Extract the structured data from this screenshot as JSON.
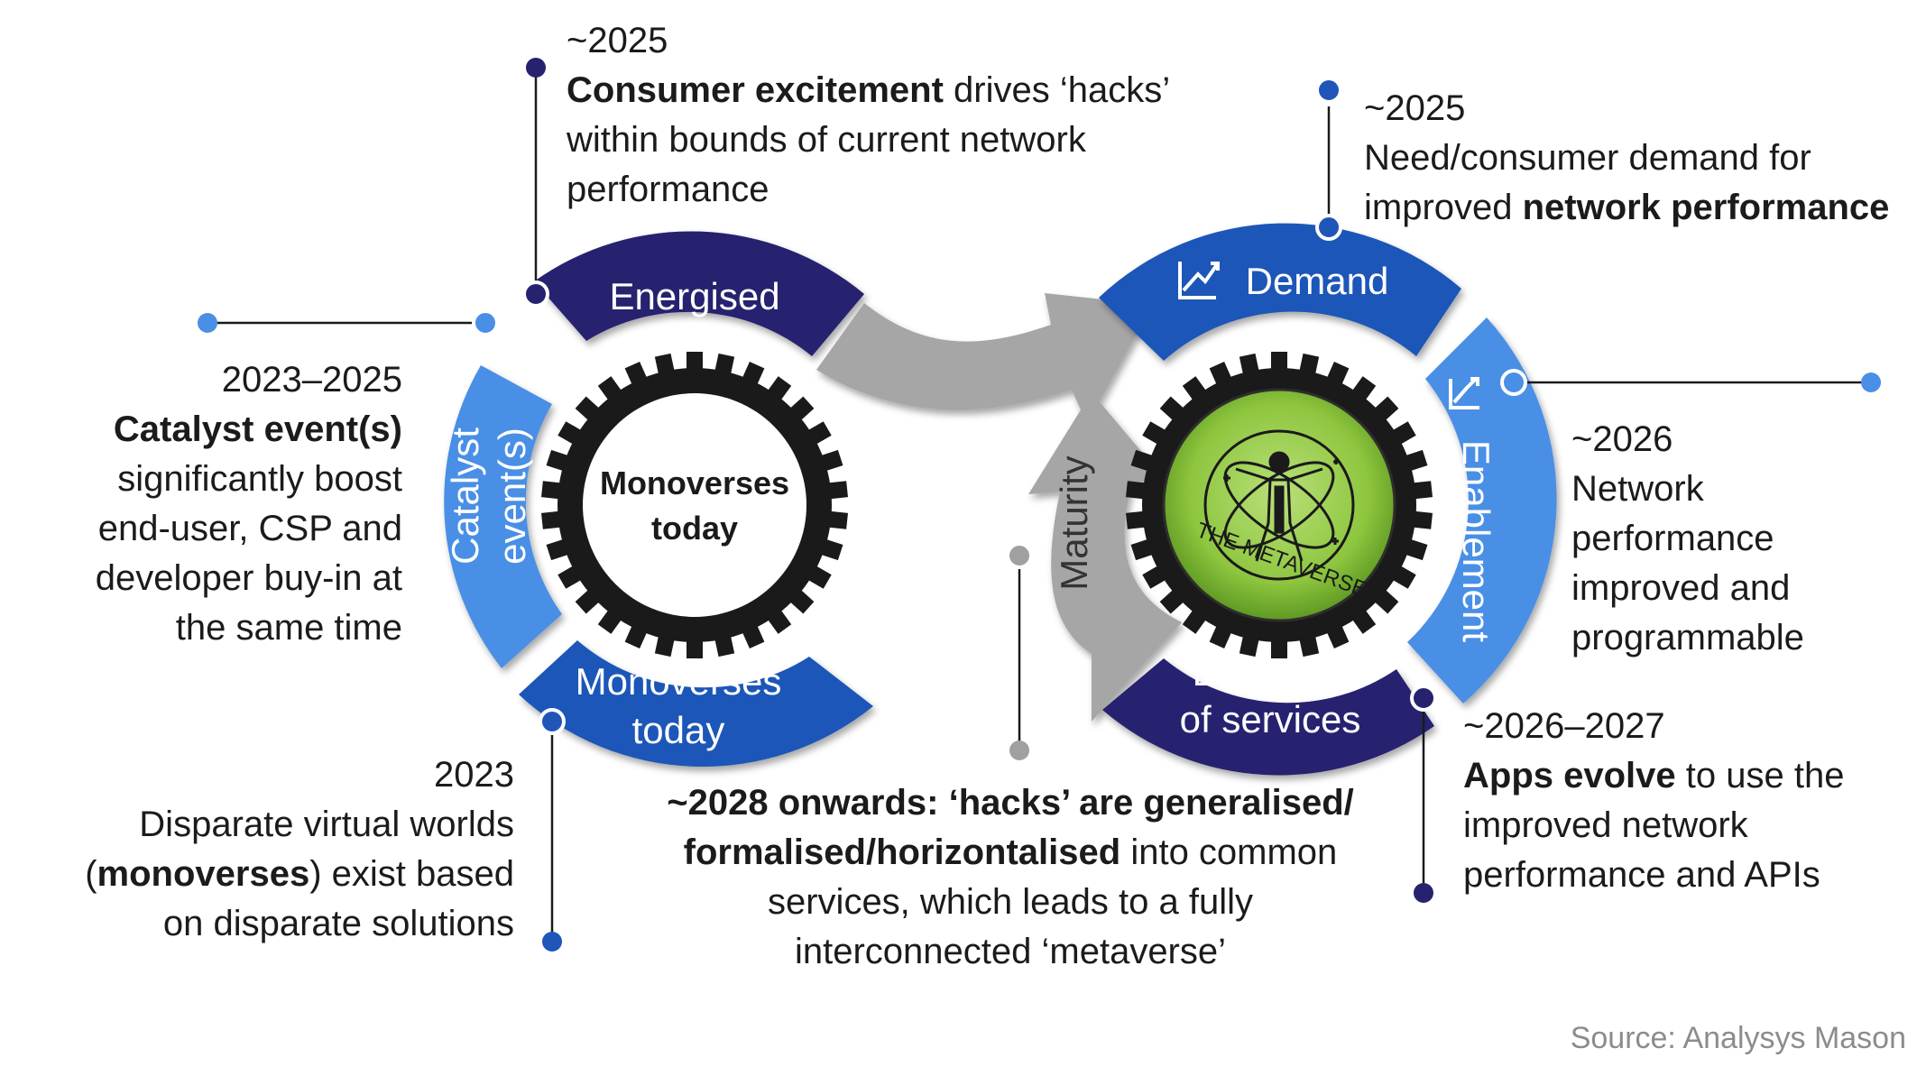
{
  "segments": {
    "energised": "Energised",
    "demand": "Demand",
    "enablement": "Enablement",
    "evolution_line1": "Evolution",
    "evolution_line2": "of services",
    "catalyst_line1": "Catalyst",
    "catalyst_line2": "event(s)",
    "monoverses_line1": "Monoverses",
    "monoverses_line2": "today",
    "maturity": "Maturity"
  },
  "gear_left": {
    "line1": "Monoverses",
    "line2": "today"
  },
  "gear_right": {
    "label": "THE METAVERSE"
  },
  "callouts": {
    "energised": {
      "year": "~2025",
      "bold": "Consumer excitement",
      "text1": " drives ‘hacks’",
      "text2": "within bounds of current network",
      "text3": "performance"
    },
    "demand": {
      "year": "~2025",
      "text1": "Need/consumer demand for",
      "text2": "improved ",
      "bold": "network performance"
    },
    "enablement": {
      "year": "~2026",
      "lines": [
        "Network",
        "performance",
        "improved and",
        "programmable"
      ]
    },
    "evolution": {
      "year": "~2026–2027",
      "bold": "Apps evolve",
      "text1": " to use the",
      "text2": "improved network",
      "text3": "performance and APIs"
    },
    "catalyst": {
      "year": "2023–2025",
      "bold": "Catalyst event(s)",
      "lines": [
        "significantly boost",
        "end-user, CSP and",
        "developer buy-in at",
        "the same time"
      ]
    },
    "monoverses": {
      "year": "2023",
      "text1": "Disparate virtual worlds",
      "open": "(",
      "bold": "monoverses",
      "text2": ") exist based",
      "text3": "on disparate solutions"
    },
    "maturity": {
      "bold1": "~2028 onwards: ‘hacks’ are generalised/",
      "bold2": "formalised/horizontalised",
      "text2": " into common",
      "text3": "services, which leads to a fully",
      "text4": "interconnected ‘metaverse’"
    }
  },
  "source": "Source: Analysys Mason",
  "colors": {
    "navy": "#27226f",
    "blue": "#1f56b8",
    "light_blue": "#4a8fe6",
    "grey": "#a6a6a6",
    "dot_grey": "#a0a0a0",
    "gear": "#1a1a1a",
    "green": "#8ec63f"
  },
  "icons": [
    "chart-trend-icon",
    "metaverse-figure-icon"
  ]
}
